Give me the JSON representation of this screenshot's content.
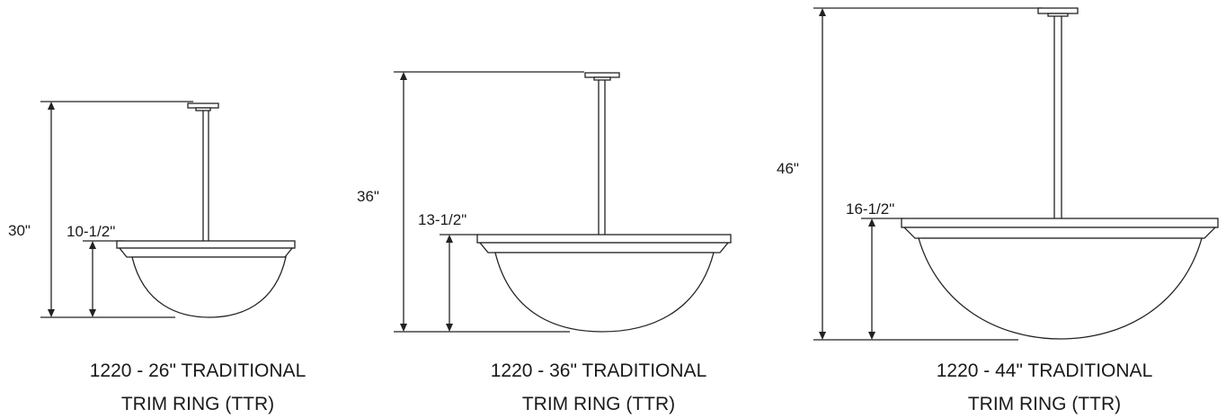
{
  "fixtures": [
    {
      "id": "26",
      "overall_height_label": "30\"",
      "bowl_height_label": "10-1/2\"",
      "caption_line1": "1220 - 26\" TRADITIONAL",
      "caption_line2": "TRIM RING (TTR)"
    },
    {
      "id": "36",
      "overall_height_label": "36\"",
      "bowl_height_label": "13-1/2\"",
      "caption_line1": "1220 - 36\" TRADITIONAL",
      "caption_line2": "TRIM RING (TTR)"
    },
    {
      "id": "44",
      "overall_height_label": "46\"",
      "bowl_height_label": "16-1/2\"",
      "caption_line1": "1220 - 44\" TRADITIONAL",
      "caption_line2": "TRIM RING (TTR)"
    }
  ],
  "colors": {
    "line": "#222222",
    "text": "#1a1a1a",
    "background": "#ffffff"
  }
}
